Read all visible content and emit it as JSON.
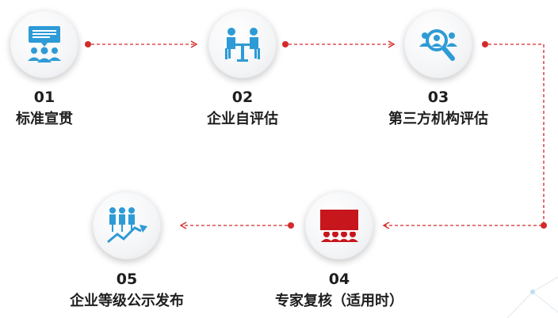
{
  "colors": {
    "accent_blue": "#2e9bd6",
    "accent_red": "#c8161d",
    "connector_red": "#d42a2a",
    "text": "#1e1e1e"
  },
  "steps": [
    {
      "number": "01",
      "title": "标准宣贯",
      "icon": "presentation-audience-icon"
    },
    {
      "number": "02",
      "title": "企业自评估",
      "icon": "meeting-table-icon"
    },
    {
      "number": "03",
      "title": "第三方机构评估",
      "icon": "group-magnifier-icon"
    },
    {
      "number": "04",
      "title": "专家复核（适用时）",
      "icon": "expert-panel-icon"
    },
    {
      "number": "05",
      "title": "企业等级公示发布",
      "icon": "growth-people-icon"
    }
  ]
}
